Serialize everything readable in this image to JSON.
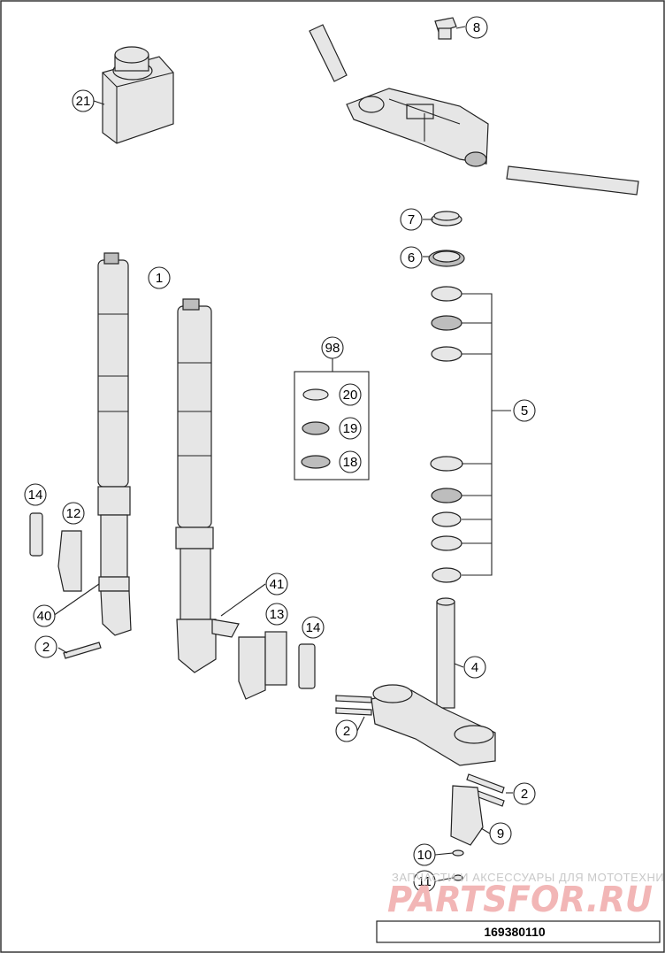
{
  "callouts": {
    "c1": "1",
    "c2a": "2",
    "c2b": "2",
    "c2c": "2",
    "c4": "4",
    "c5": "5",
    "c6": "6",
    "c7": "7",
    "c8": "8",
    "c9": "9",
    "c10": "10",
    "c11": "11",
    "c12": "12",
    "c13": "13",
    "c14a": "14",
    "c14b": "14",
    "c18": "18",
    "c19": "19",
    "c20": "20",
    "c21": "21",
    "c40": "40",
    "c41": "41",
    "c98": "98"
  },
  "watermark": {
    "line1": "ЗАПЧАСТИ И АКСЕССУАРЫ ДЛЯ МОТОТЕХНИКИ",
    "line2": "PARTSFOR.RU"
  },
  "part_number": "169380110"
}
